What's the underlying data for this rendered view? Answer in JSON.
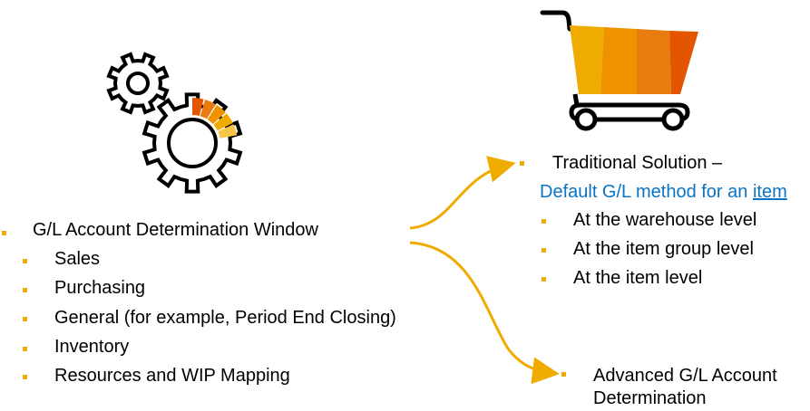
{
  "colors": {
    "accent": "#f0ab00",
    "orange": "#e8790f",
    "deep_orange": "#e35500",
    "link": "#0a74c4",
    "icon_stroke": "#000000"
  },
  "icons": {
    "gears": "gears-icon",
    "cart": "shopping-cart-icon"
  },
  "left": {
    "title": "G/L Account Determination Window",
    "items": [
      "Sales",
      "Purchasing",
      "General (for example, Period End Closing)",
      "Inventory",
      "Resources and WIP Mapping"
    ]
  },
  "right_top": {
    "title": "Traditional Solution –",
    "subtitle_prefix": "Default G/L method for an ",
    "subtitle_link": "item",
    "items": [
      "At the warehouse level",
      "At the item group level",
      "At the item level"
    ]
  },
  "right_bottom": {
    "title_line1": "Advanced G/L Account",
    "title_line2": "Determination"
  }
}
